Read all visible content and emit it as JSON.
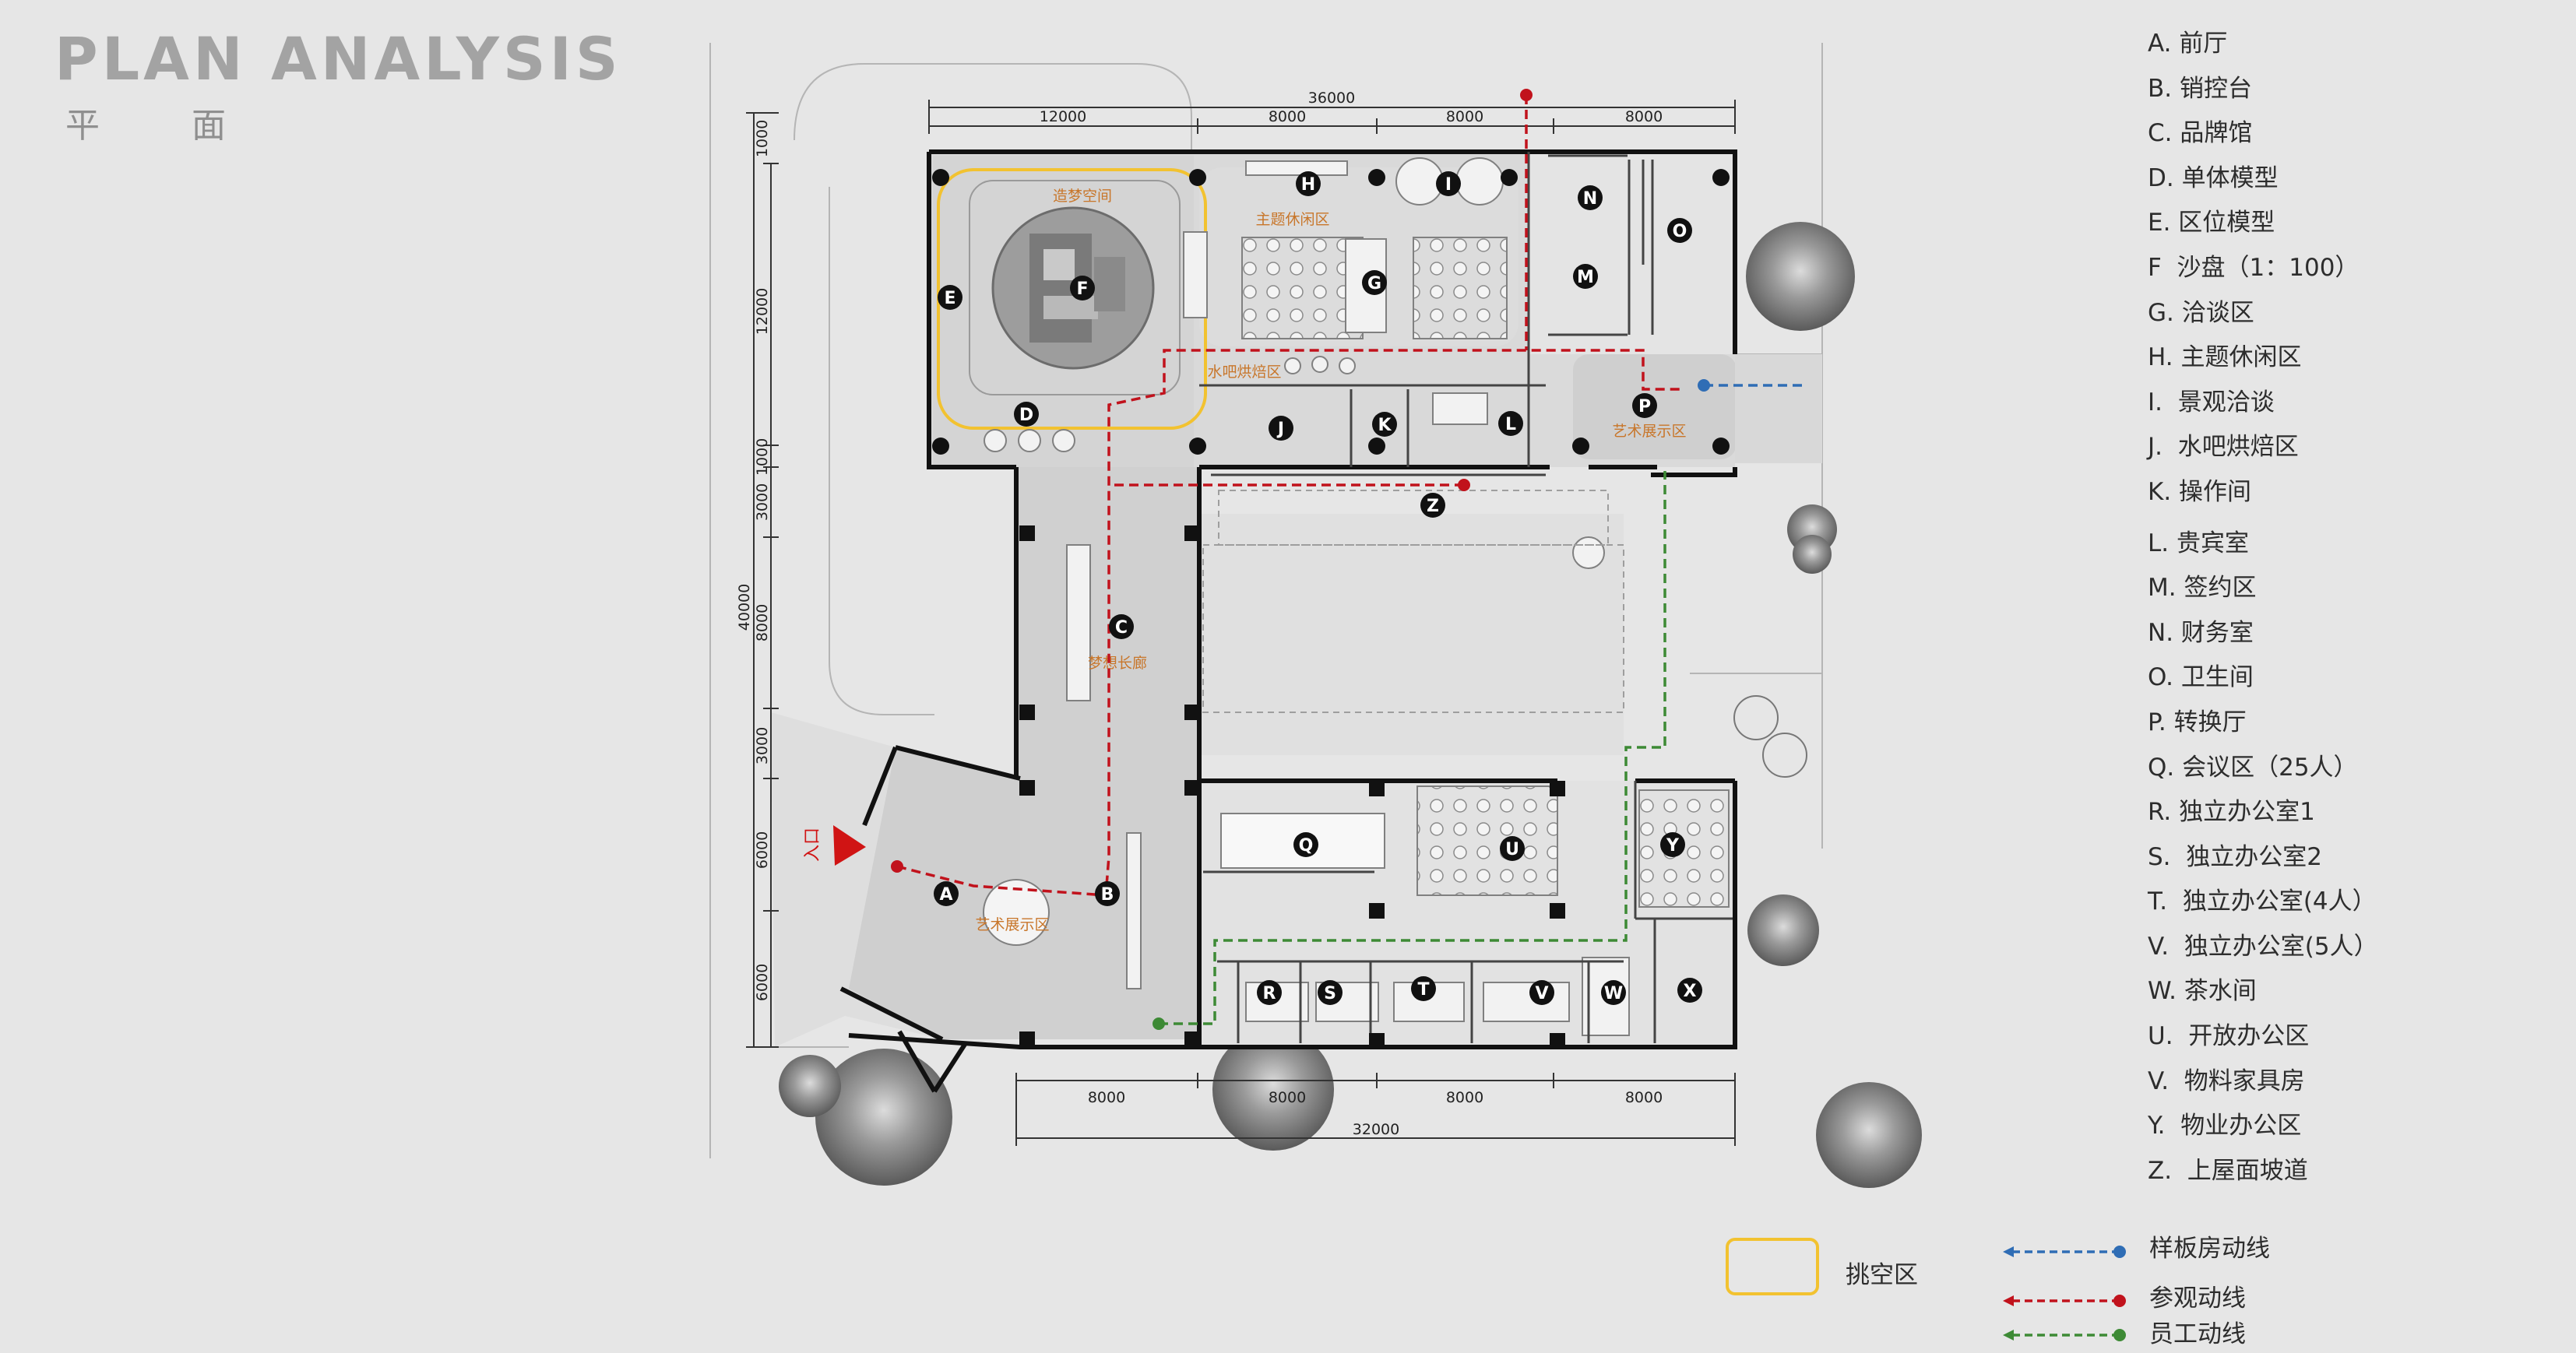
{
  "title": "PLAN  ANALYSIS",
  "subtitle": "平面",
  "dimensions": {
    "top_total": "36000",
    "top_segments": [
      "12000",
      "8000",
      "8000",
      "8000"
    ],
    "bottom_total": "32000",
    "bottom_segments": [
      "8000",
      "8000",
      "8000",
      "8000"
    ],
    "left_total": "40000",
    "left_segments": [
      "1000",
      "12000",
      "1000",
      "3000",
      "8000",
      "3000",
      "6000",
      "6000"
    ]
  },
  "zone_labels": {
    "dream_space": "造梦空间",
    "theme_lounge": "主题休闲区",
    "water_bar": "水吧烘焙区",
    "art_display_east": "艺术展示区",
    "dream_corridor": "梦想长廊",
    "art_display_entry": "艺术展示区",
    "entrance": "入口"
  },
  "markers": [
    "A",
    "B",
    "C",
    "D",
    "E",
    "F",
    "G",
    "H",
    "I",
    "J",
    "K",
    "L",
    "M",
    "N",
    "O",
    "P",
    "Q",
    "R",
    "S",
    "T",
    "U",
    "V",
    "W",
    "X",
    "Y",
    "Z"
  ],
  "legend": [
    "A. 前厅",
    "B. 销控台",
    "C. 品牌馆",
    "D. 单体模型",
    "E. 区位模型",
    "F  沙盘（1：100）",
    "G. 洽谈区",
    "H. 主题休闲区",
    "I.  景观洽谈",
    "J.  水吧烘焙区",
    "K. 操作间",
    "L. 贵宾室",
    "M. 签约区",
    "N. 财务室",
    "O. 卫生间",
    "P. 转换厅",
    "Q. 会议区（25人）",
    "R. 独立办公室1",
    "S.  独立办公室2",
    "T.  独立办公室(4人）",
    "V.  独立办公室(5人）",
    "W. 茶水间",
    "U.  开放办公区",
    "V.  物料家具房",
    "Y.  物业办公区",
    "Z.  上屋面坡道"
  ],
  "key": {
    "void_label": "挑空区",
    "void_color": "#f2c230",
    "routes": [
      {
        "label": "样板房动线",
        "color": "#2f6db5"
      },
      {
        "label": "参观动线",
        "color": "#c1121c"
      },
      {
        "label": "员工动线",
        "color": "#3d8a35"
      }
    ]
  },
  "colors": {
    "background": "#e6e6e6",
    "title": "#a3a3a3",
    "wall": "#111111",
    "zone_text": "#c8762a"
  }
}
